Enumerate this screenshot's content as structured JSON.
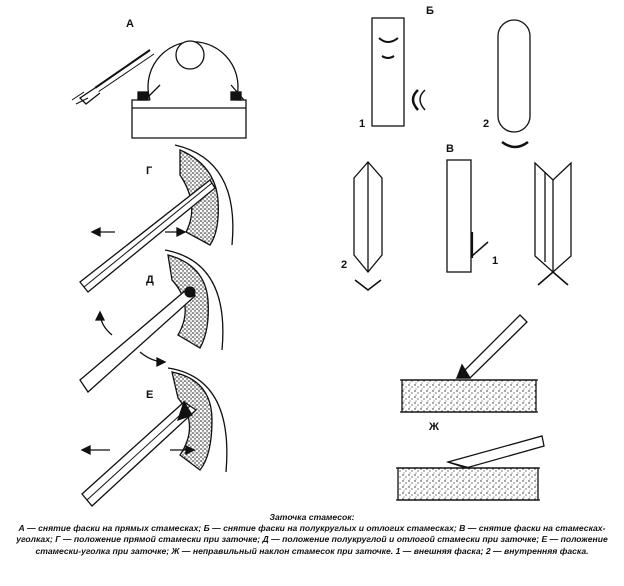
{
  "labels": {
    "A": "А",
    "B": "Б",
    "V": "В",
    "G": "Г",
    "D": "Д",
    "E": "Е",
    "Zh": "Ж",
    "b1": "1",
    "b2": "2",
    "v1": "1",
    "v2": "2"
  },
  "caption": {
    "title": "Заточка стамесок:",
    "body": "А — снятие фаски на прямых стамесках; Б — снятие фаски на полукруглых и отлогих стамесках; В — снятие фаски на стамесках-уголках; Г — положение прямой стамески при заточке; Д — положение полукруглой и отлогой стамески при заточке; Е — положение стамески-уголка при заточке; Ж — неправильный наклон стамесок при заточке. 1 — внешняя фаска; 2 — внутренняя фаска."
  }
}
